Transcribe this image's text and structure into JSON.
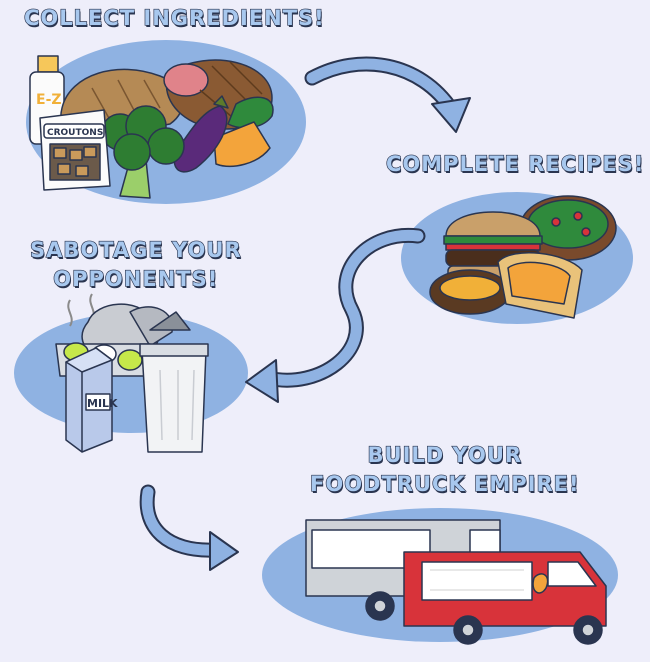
{
  "steps": {
    "collect": {
      "title": "COLLECT INGREDIENTS!",
      "jar_label": "E-Z",
      "croutons_label": "CROUTONS"
    },
    "complete": {
      "title": "COMPLETE RECIPES!"
    },
    "sabotage": {
      "title_line1": "SABOTAGE YOUR",
      "title_line2": "OPPONENTS!",
      "milk_label": "MILK"
    },
    "build": {
      "title_line1": "BUILD YOUR",
      "title_line2": "FOODTRUCK EMPIRE!"
    }
  },
  "colors": {
    "background": "#eeeefa",
    "blob": "#8fb2e2",
    "heading_fill": "#a8c8ee",
    "outline": "#2a3550",
    "arrow": "#8fb2e2",
    "truck_red": "#d8333a",
    "truck_gray": "#cfd3d8"
  },
  "icons": [
    "curved-arrow-icon",
    "ham-icon",
    "bread-icon",
    "broccoli-icon",
    "eggplant-icon",
    "cheese-icon",
    "burger-icon",
    "salad-icon",
    "toast-icon",
    "milk-carton-icon",
    "trash-can-icon",
    "egg-carton-icon",
    "food-truck-icon"
  ]
}
